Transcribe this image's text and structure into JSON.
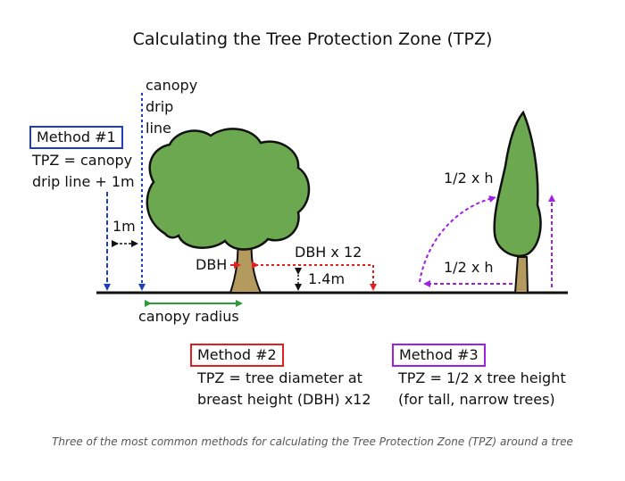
{
  "title": "Calculating the Tree Protection Zone (TPZ)",
  "caption": "Three of the most common methods for calculating the Tree Protection Zone (TPZ) around a tree",
  "colors": {
    "method1": "#1f3fbf",
    "method2": "#e02020",
    "method3": "#a020e0",
    "canopy": "#6ba84f",
    "trunk": "#b49a5e",
    "canopy_radius": "#2a9d3a",
    "ground": "#111111"
  },
  "labels": {
    "canopy_drip_line": [
      "canopy",
      "drip",
      "line"
    ],
    "one_m": "1m",
    "dbh": "DBH",
    "dbh_x12": "DBH x 12",
    "height_1_4m": "1.4m",
    "canopy_radius": "canopy radius",
    "half_h_top": "1/2 x h",
    "half_h_bottom": "1/2 x h"
  },
  "methods": [
    {
      "name": "Method #1",
      "lines": [
        "TPZ = canopy",
        "drip line + 1m"
      ]
    },
    {
      "name": "Method #2",
      "lines": [
        "TPZ = tree diameter at",
        "breast height (DBH) x12"
      ]
    },
    {
      "name": "Method #3",
      "lines": [
        "TPZ = 1/2 x tree height",
        "(for tall, narrow trees)"
      ]
    }
  ]
}
